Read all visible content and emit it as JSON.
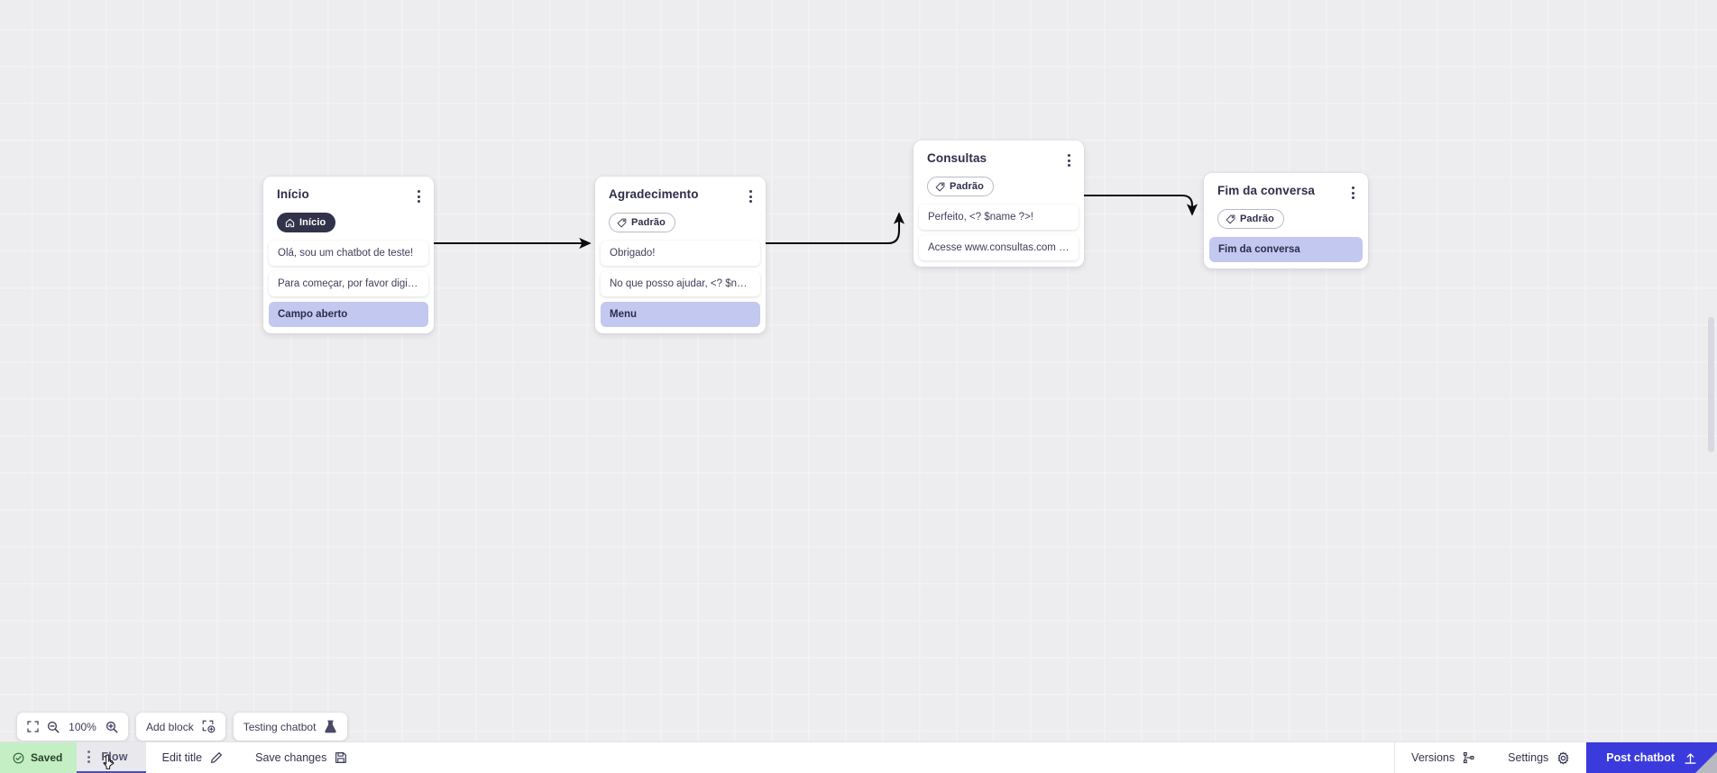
{
  "canvas": {
    "zoom": "100%",
    "nodes": [
      {
        "id": "inicio",
        "title": "Início",
        "badge": {
          "label": "Início",
          "icon": "home-icon",
          "style": "dark"
        },
        "rows": [
          {
            "text": "Olá, sou um chatbot de teste!",
            "highlighted": false
          },
          {
            "text": "Para começar, por favor digite o ...",
            "highlighted": false
          },
          {
            "text": "Campo aberto",
            "highlighted": true
          }
        ]
      },
      {
        "id": "agradecimento",
        "title": "Agradecimento",
        "badge": {
          "label": "Padrão",
          "icon": "tag-icon",
          "style": "outline"
        },
        "rows": [
          {
            "text": "Obrigado!",
            "highlighted": false
          },
          {
            "text": "No que posso ajudar, <? $name ...",
            "highlighted": false
          },
          {
            "text": "Menu",
            "highlighted": true
          }
        ]
      },
      {
        "id": "consultas",
        "title": "Consultas",
        "badge": {
          "label": "Padrão",
          "icon": "tag-icon",
          "style": "outline"
        },
        "rows": [
          {
            "text": "Perfeito, <? $name ?>!",
            "highlighted": false
          },
          {
            "text": "Acesse www.consultas.com par...",
            "highlighted": false
          }
        ]
      },
      {
        "id": "fim",
        "title": "Fim da conversa",
        "badge": {
          "label": "Padrão",
          "icon": "tag-icon",
          "style": "outline"
        },
        "rows": [
          {
            "text": "Fim da conversa",
            "highlighted": true
          }
        ]
      }
    ],
    "connections": [
      {
        "from": "inicio",
        "to": "agradecimento"
      },
      {
        "from": "agradecimento",
        "to": "consultas"
      },
      {
        "from": "consultas",
        "to": "fim"
      }
    ]
  },
  "toolbar": {
    "fit_icon": "fit-screen-icon",
    "zoom_out_icon": "zoom-out-icon",
    "zoom_level": "100%",
    "zoom_in_icon": "zoom-in-icon",
    "add_block_label": "Add block",
    "add_block_icon": "add-block-icon",
    "testing_label": "Testing chatbot",
    "testing_icon": "flask-icon"
  },
  "bottom_bar": {
    "saved_label": "Saved",
    "saved_icon": "check-circle-icon",
    "tab_label": "Flow",
    "tab_grip_icon": "drag-handle-icon",
    "edit_title_label": "Edit title",
    "edit_title_icon": "pencil-icon",
    "save_changes_label": "Save changes",
    "save_changes_icon": "floppy-disk-icon",
    "versions_label": "Versions",
    "versions_icon": "branch-icon",
    "settings_label": "Settings",
    "settings_icon": "gear-icon",
    "post_label": "Post chatbot",
    "post_icon": "upload-icon"
  },
  "colors": {
    "accent_blue": "#3b3bdd",
    "saved_green": "#c4eec4",
    "highlight_lavender": "#c3c8f0",
    "canvas_bg": "#ededef"
  }
}
